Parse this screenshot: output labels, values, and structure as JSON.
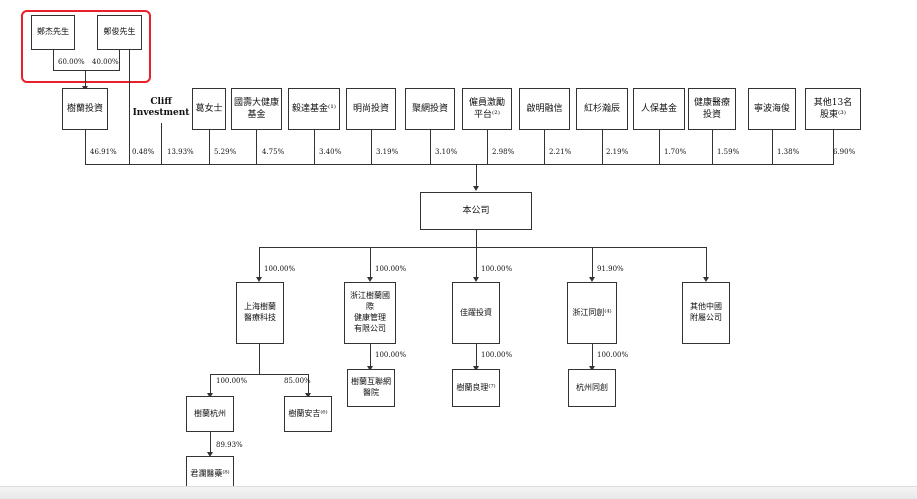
{
  "shareholders_top": {
    "person_1": "鄭杰先生",
    "person_2": "鄭俊先生",
    "pct_1": "60.00%",
    "pct_2": "40.00%"
  },
  "shareholders": [
    {
      "name": "樹蘭投資",
      "pct": "46.91%"
    },
    {
      "name": "Cliff\nInvestment",
      "pct": "0.48%"
    },
    {
      "name": "葛女士",
      "pct": "13.93%"
    },
    {
      "name": "國壽大健康\n基金",
      "pct": "5.29%"
    },
    {
      "name": "毅達基金⁽¹⁾",
      "pct": "4.75%"
    },
    {
      "name": "明尚投資",
      "pct": "3.40%"
    },
    {
      "name": "聚網投資",
      "pct": "3.19%"
    },
    {
      "name": "僱員激勵\n平台⁽²⁾",
      "pct": "3.10%"
    },
    {
      "name": "啟明融信",
      "pct": "2.98%"
    },
    {
      "name": "紅杉瀚辰",
      "pct": "2.21%"
    },
    {
      "name": "人保基金",
      "pct": "2.19%"
    },
    {
      "name": "健康醫療\n投資",
      "pct": "1.70%"
    },
    {
      "name": "寧波海俊",
      "pct": "1.59%"
    },
    {
      "name": "其他13名\n股東⁽³⁾",
      "pct": "1.38%"
    },
    {
      "name": "",
      "pct": "6.90%"
    }
  ],
  "company": "本公司",
  "subsidiaries": [
    {
      "name": "上海樹蘭\n醫療科技",
      "pct": "100.00%"
    },
    {
      "name": "浙江樹蘭國際\n健康管理\n有限公司",
      "pct": "100.00%"
    },
    {
      "name": "佳躍投資",
      "pct": "100.00%"
    },
    {
      "name": "浙江同創⁽⁴⁾",
      "pct": "91.90%"
    },
    {
      "name": "其他中國\n附屬公司",
      "pct": ""
    }
  ],
  "level3": [
    {
      "name": "樹蘭杭州",
      "pct": "100.00%"
    },
    {
      "name": "樹蘭安吉⁽⁶⁾",
      "pct": "85.00%"
    },
    {
      "name": "樹蘭互聯網\n醫院",
      "pct": "100.00%"
    },
    {
      "name": "樹蘭良理⁽⁷⁾",
      "pct": "100.00%"
    },
    {
      "name": "杭州同創",
      "pct": "100.00%"
    }
  ],
  "level4": [
    {
      "name": "君瀾醫藥⁽⁸⁾",
      "pct": "89.93%"
    }
  ]
}
